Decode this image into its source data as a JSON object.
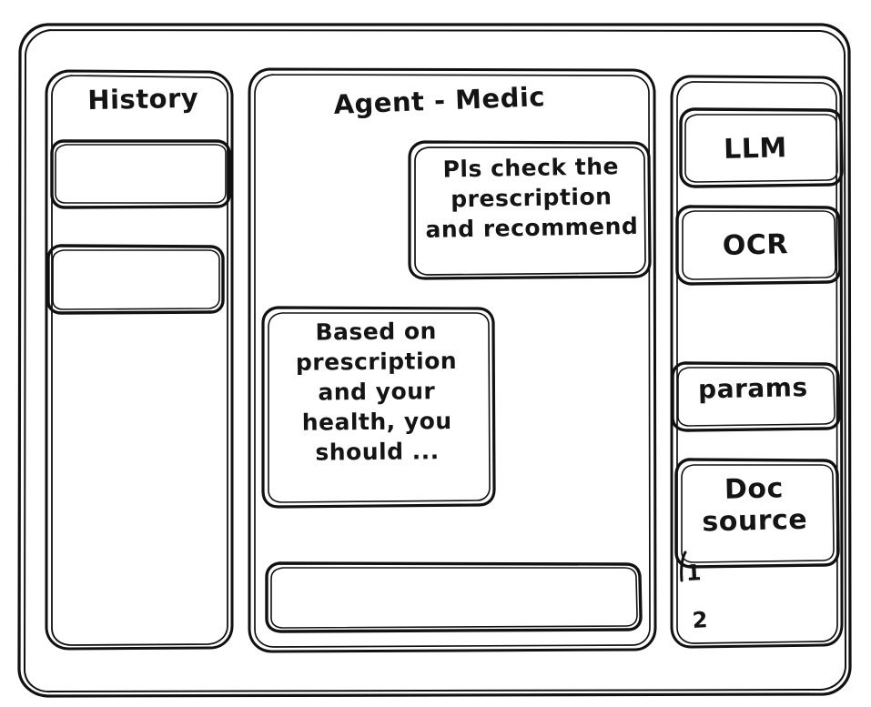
{
  "meta": {
    "style": "hand-drawn wireframe sketch",
    "stroke_color": "#111111",
    "background_color": "#ffffff",
    "text_color": "#141414"
  },
  "window": {
    "frame_label": "app-window-frame"
  },
  "history_panel": {
    "title": "History",
    "items": [
      {
        "label": "",
        "name": "history-item-1"
      },
      {
        "label": "",
        "name": "history-item-2"
      }
    ]
  },
  "agent_panel": {
    "title": "Agent - Medic",
    "messages": [
      {
        "role": "user",
        "align": "right",
        "text": "Pls check the\nprescription\nand recommend"
      },
      {
        "role": "assistant",
        "align": "left",
        "text": "Based on\nprescription\nand your\nhealth, you\nshould ..."
      }
    ],
    "composer": {
      "value": "",
      "placeholder": ""
    }
  },
  "tools_panel": {
    "chips": [
      {
        "label": "LLM",
        "name": "tool-chip-llm"
      },
      {
        "label": "OCR",
        "name": "tool-chip-ocr"
      },
      {
        "label": "params",
        "name": "tool-chip-params"
      },
      {
        "label": "Doc\nsource",
        "name": "tool-chip-doc-source"
      }
    ],
    "doc_sources": [
      {
        "label": "1"
      },
      {
        "label": "2"
      }
    ]
  }
}
